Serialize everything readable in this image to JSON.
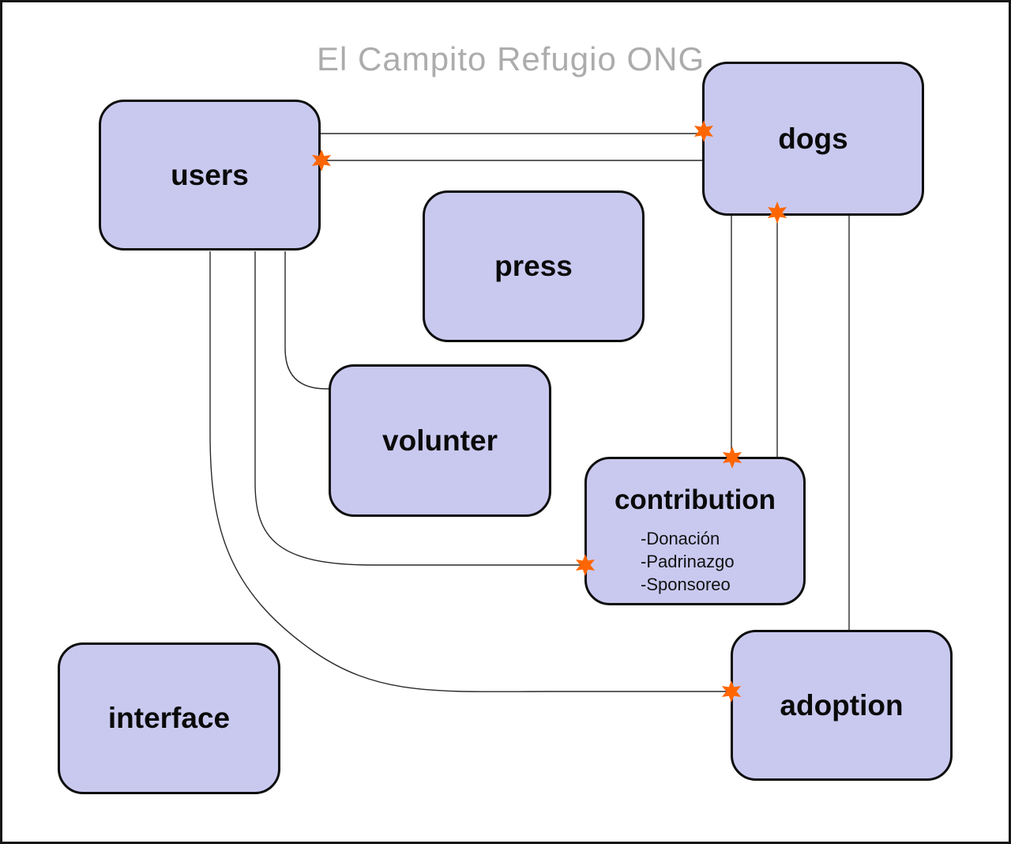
{
  "title": "El Campito Refugio ONG",
  "diagram": {
    "nodes": {
      "users": {
        "label": "users"
      },
      "dogs": {
        "label": "dogs"
      },
      "press": {
        "label": "press"
      },
      "volunter": {
        "label": "volunter"
      },
      "contribution": {
        "label": "contribution",
        "items": [
          "-Donación",
          "-Padrinazgo",
          "-Sponsoreo"
        ]
      },
      "adoption": {
        "label": "adoption"
      },
      "interface": {
        "label": "interface"
      }
    },
    "relations": [
      "users - dogs (marker at dogs)",
      "users - dogs (marker at users)",
      "dogs - contribution (marker at contribution)",
      "dogs - contribution (marker at dogs)",
      "dogs - adoption",
      "users - volunter",
      "users - contribution (marker at contribution)",
      "users - adoption (marker at adoption)"
    ],
    "marker_icon": "six-pointed-star-icon",
    "colors": {
      "node_fill": "#C9C9F0",
      "node_border": "#0D0D0D",
      "connector": "#2A2A2A",
      "marker": "#FF6600",
      "title_text": "#ACACAC",
      "background": "#FFFFFF"
    }
  }
}
